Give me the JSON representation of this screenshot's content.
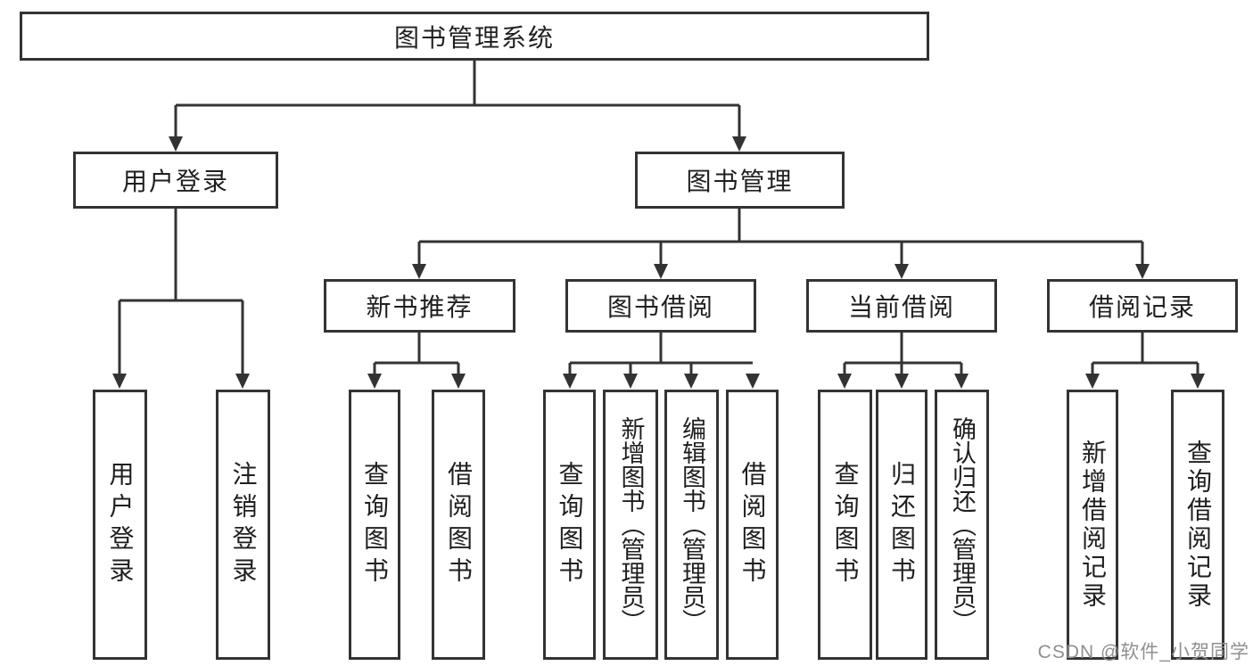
{
  "colors": {
    "box_border": "#333333",
    "connector_line": "#333333",
    "text": "#1f1f1f",
    "background": "#ffffff",
    "watermark": "#8f8f8f"
  },
  "tree": {
    "root": {
      "label": "图书管理系统"
    },
    "branches": [
      {
        "label": "用户登录",
        "children": [
          {
            "label": "用户登录"
          },
          {
            "label": "注销登录"
          }
        ]
      },
      {
        "label": "图书管理",
        "groups": [
          {
            "label": "新书推荐",
            "children": [
              {
                "label": "查询图书"
              },
              {
                "label": "借阅图书"
              }
            ]
          },
          {
            "label": "图书借阅",
            "children": [
              {
                "label": "查询图书"
              },
              {
                "label": "新增图书（管理员）"
              },
              {
                "label": "编辑图书（管理员）"
              },
              {
                "label": "借阅图书"
              }
            ]
          },
          {
            "label": "当前借阅",
            "children": [
              {
                "label": "查询图书"
              },
              {
                "label": "归还图书"
              },
              {
                "label": "确认归还（管理员）"
              }
            ]
          },
          {
            "label": "借阅记录",
            "children": [
              {
                "label": "新增借阅记录"
              },
              {
                "label": "查询借阅记录"
              }
            ]
          }
        ]
      }
    ]
  },
  "watermark": {
    "text": "CSDN @软件_小贺同学"
  }
}
